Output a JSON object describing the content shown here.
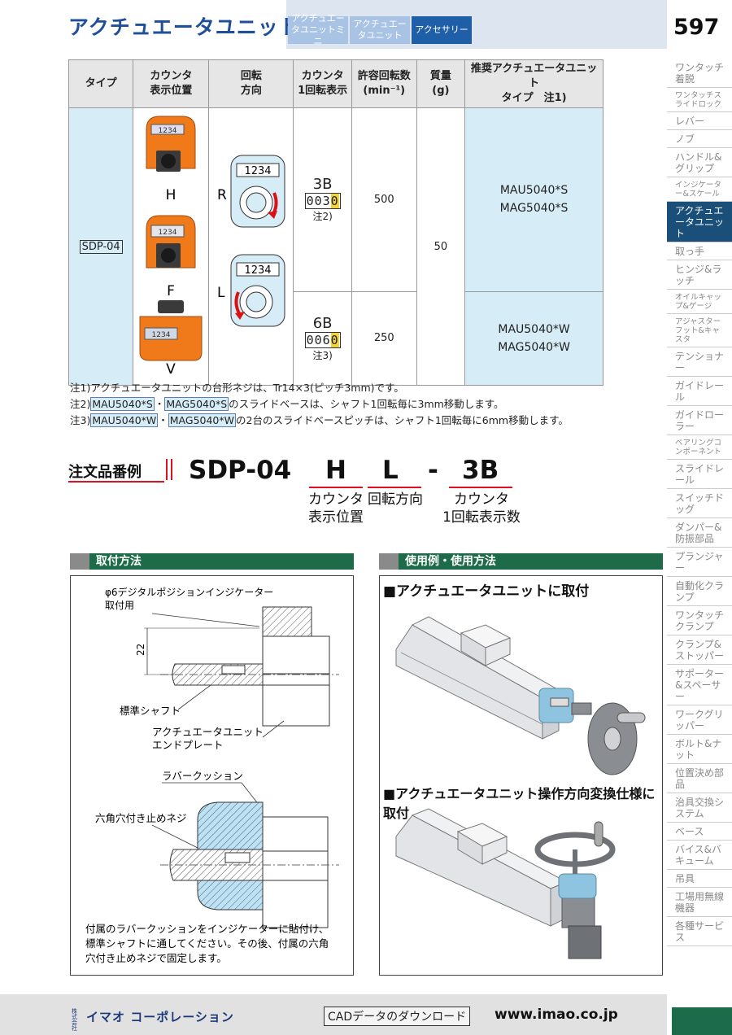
{
  "header": {
    "title": "アクチュエータユニット",
    "tabs": [
      {
        "label": "アクチュエータユニットミニ",
        "color": "#a9c3e4"
      },
      {
        "label": "アクチュエータユニット",
        "color": "#a9c3e4"
      },
      {
        "label": "アクセサリー",
        "color": "#1f5fa8"
      }
    ],
    "page_number": "597"
  },
  "sidebar": {
    "items": [
      {
        "label": "ワンタッチ着脱"
      },
      {
        "label": "ワンタッチスライドロック",
        "small": true
      },
      {
        "label": "レバー"
      },
      {
        "label": "ノブ"
      },
      {
        "label": "ハンドル&グリップ"
      },
      {
        "label": "インジケーター&スケール",
        "small": true
      },
      {
        "label": "アクチュエータユニット",
        "active": true
      },
      {
        "label": "取っ手"
      },
      {
        "label": "ヒンジ&ラッチ"
      },
      {
        "label": "オイルキャップ&ゲージ",
        "small": true
      },
      {
        "label": "アジャスターフット&キャスタ",
        "small": true
      },
      {
        "label": "テンショナー"
      },
      {
        "label": "ガイドレール"
      },
      {
        "label": "ガイドローラー"
      },
      {
        "label": "ベアリングコンポーネント",
        "small": true
      },
      {
        "label": "スライドレール"
      },
      {
        "label": "スイッチドッグ"
      },
      {
        "label": "ダンパー&防振部品"
      },
      {
        "label": "プランジャー"
      },
      {
        "label": "自動化クランプ"
      },
      {
        "label": "ワンタッチクランプ"
      },
      {
        "label": "クランプ&ストッパー"
      },
      {
        "label": "サポーター&スペーサー"
      },
      {
        "label": "ワークグリッパー"
      },
      {
        "label": "ボルト&ナット"
      },
      {
        "label": "位置決め部品"
      },
      {
        "label": "治具交換システム"
      },
      {
        "label": "ベース"
      },
      {
        "label": "バイス&バキューム"
      },
      {
        "label": "吊具"
      },
      {
        "label": "工場用無線機器"
      },
      {
        "label": "各種サービス"
      }
    ]
  },
  "table": {
    "headers": {
      "type": "タイプ",
      "pos1": "カウンタ",
      "pos2": "表示位置",
      "rot1": "回転",
      "rot2": "方向",
      "cnt1": "カウンタ",
      "cnt2": "1回転表示",
      "spd1": "許容回転数",
      "spd2": "(min⁻¹)",
      "mass1": "質量",
      "mass2": "(g)",
      "rec1": "推奨アクチュエータユニット",
      "rec2": "タイプ　注1)"
    },
    "type": "SDP-04",
    "positions": [
      "H",
      "F",
      "V"
    ],
    "rotations": [
      "R",
      "L"
    ],
    "indicator_digits": "1234",
    "rows": [
      {
        "code": "3B",
        "display": [
          "0",
          "0",
          "3",
          "0"
        ],
        "note": "注2)",
        "speed": "500",
        "models": [
          "MAU5040*S",
          "MAG5040*S"
        ]
      },
      {
        "code": "6B",
        "display": [
          "0",
          "0",
          "6",
          "0"
        ],
        "note": "注3)",
        "speed": "250",
        "models": [
          "MAU5040*W",
          "MAG5040*W"
        ]
      }
    ],
    "mass": "50"
  },
  "notes": {
    "n1": "注1)アクチュエータユニットの台形ネジは、Tr14×3(ピッチ3mm)です。",
    "n2_pre": "注2)",
    "n2_a": "MAU5040*S",
    "n2_sep": "・",
    "n2_b": "MAG5040*S",
    "n2_post": "のスライドベースは、シャフト1回転毎に3mm移動します。",
    "n3_pre": "注3)",
    "n3_a": "MAU5040*W",
    "n3_sep": "・",
    "n3_b": "MAG5040*W",
    "n3_post": "の2台のスライドベースピッチは、シャフト1回転毎に6mm移動します。"
  },
  "order": {
    "label": "注文品番例",
    "base": "SDP-04",
    "pos": "H",
    "rot": "L",
    "dash": "-",
    "cnt": "3B",
    "pos_label1": "カウンタ",
    "pos_label2": "表示位置",
    "rot_label": "回転方向",
    "cnt_label1": "カウンタ",
    "cnt_label2": "1回転表示数"
  },
  "mount": {
    "title": "取付方法",
    "lbl_phi1": "φ6デジタルポジションインジケーター",
    "lbl_phi2": "取付用",
    "dim": "22",
    "lbl_shaft": "標準シャフト",
    "lbl_plate1": "アクチュエータユニット",
    "lbl_plate2": "エンドプレート",
    "lbl_rubber": "ラバークッション",
    "lbl_screw": "六角穴付き止めネジ",
    "desc1": "付属のラバークッションをインジケーターに貼付け、",
    "desc2": "標準シャフトに通してください。その後、付属の六角",
    "desc3": "穴付き止めネジで固定します。"
  },
  "usage": {
    "title": "使用例・使用方法",
    "h1": "■アクチュエータユニットに取付",
    "h2": "■アクチュエータユニット操作方向変換仕様に取付"
  },
  "footer": {
    "corp": "イマオ コーポレーション",
    "corp_small": "株式会社",
    "cad": "CADデータのダウンロード",
    "url": "www.imao.co.jp"
  },
  "colors": {
    "title_blue": "#1f4f9a",
    "section_green": "#1e6b4a",
    "accent_red": "#dd1111",
    "orange": "#f07a1a",
    "light_blue": "#d6ecf7"
  }
}
